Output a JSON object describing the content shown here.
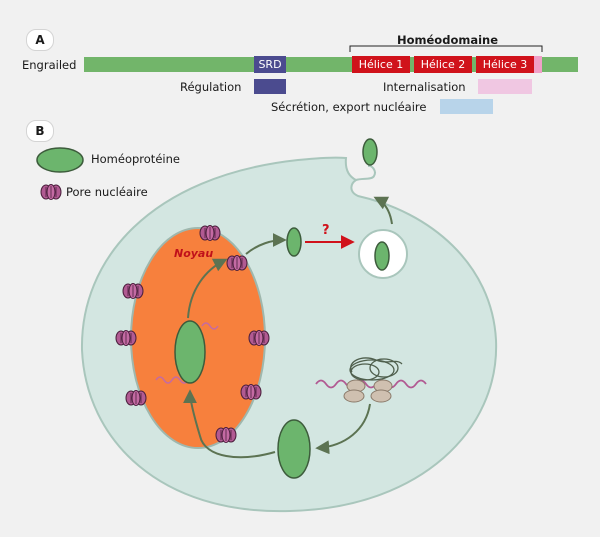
{
  "panel_a": {
    "badge": "A",
    "protein_label": "Engrailed",
    "homeodomain_label": "Homéodomaine",
    "segments": {
      "srd": "SRD",
      "helix1": "Hélice 1",
      "helix2": "Hélice 2",
      "helix3": "Hélice 3"
    },
    "legend_regulation": "Régulation",
    "legend_internalisation": "Internalisation",
    "legend_secretion": "Sécrétion, export nucléaire"
  },
  "panel_b": {
    "badge": "B",
    "legend_homeoprotein": "Homéoprotéine",
    "legend_pore": "Pore nucléaire",
    "nucleus_label": "Noyau",
    "question_mark": "?"
  },
  "colors": {
    "bar_green": "#72b56a",
    "srd_purple": "#4b4b8f",
    "helix_red": "#d0121b",
    "internalisation_pink": "#f0c7e2",
    "secretion_blue": "#b8d4ea",
    "cell_fill": "#d3e6e1",
    "nucleus_orange": "#f7803d",
    "protein_green": "#6cb56d"
  }
}
